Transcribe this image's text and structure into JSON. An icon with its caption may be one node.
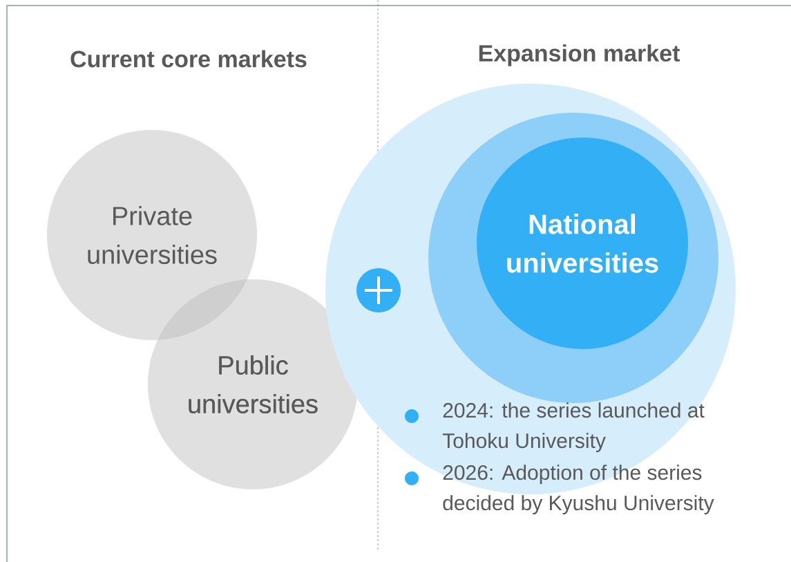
{
  "diagram": {
    "nodes": [
      {
        "text": [
          "Private universities"
        ]
      },
      {
        "text": [
          "Public universities"
        ]
      },
      {
        "text": [],
        "shape": "circle"
      },
      {
        "text": [],
        "shape": "circle",
        "in": 2
      },
      {
        "text": [
          "National universities"
        ],
        "in": 3
      }
    ],
    "labels": [
      "Current core markets",
      "Expansion market",
      "2024: the series launched at Tohoku University",
      "2026: Adoption of the series decided by Kyushu University"
    ]
  }
}
